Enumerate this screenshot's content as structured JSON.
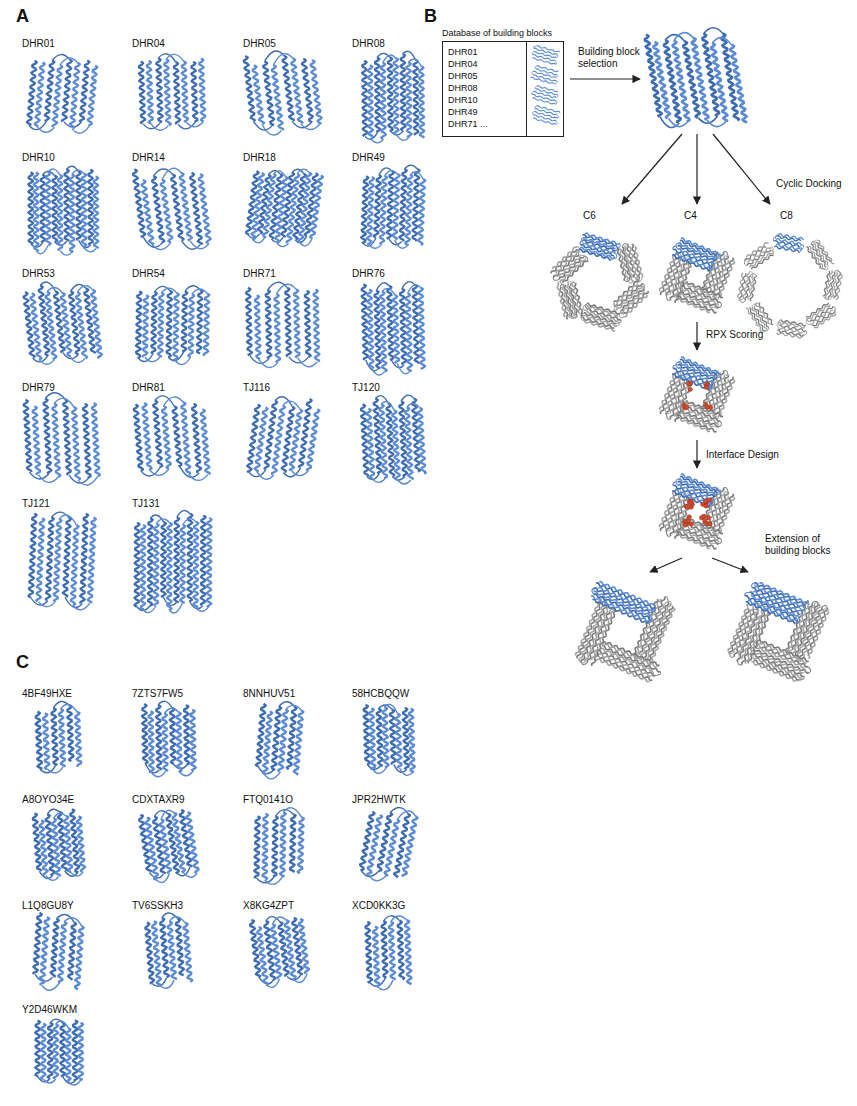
{
  "diagram": {
    "nodes": [
      {
        "text": [
          "Database of building blocks",
          "DHR01 DHR04 DHR05 DHR08 DHR10 DHR49 DHR71 ..."
        ]
      }
    ],
    "labels": [
      "A",
      "DHR01",
      "DHR04",
      "DHR05",
      "DHR08",
      "DHR10",
      "DHR14",
      "DHR18",
      "DHR49",
      "DHR53",
      "DHR54",
      "DHR71",
      "DHR76",
      "DHR79",
      "DHR81",
      "TJ116",
      "TJ120",
      "TJ121",
      "TJ131",
      "B",
      "Building block selection",
      "Cyclic Docking",
      "C6",
      "C4",
      "C8",
      "RPX Scoring",
      "Interface Design",
      "Extension of building blocks",
      "C",
      "4BF49HXE",
      "7ZTS7FW5",
      "8NNHUV51",
      "58HCBQQW",
      "A8OYO34E",
      "CDXTAXR9",
      "FTQ0141O",
      "JPR2HWTK",
      "L1Q8GU8Y",
      "TV6SSKH3",
      "X8KG4ZPT",
      "XCD0KK3G",
      "Y2D46WKM"
    ]
  }
}
